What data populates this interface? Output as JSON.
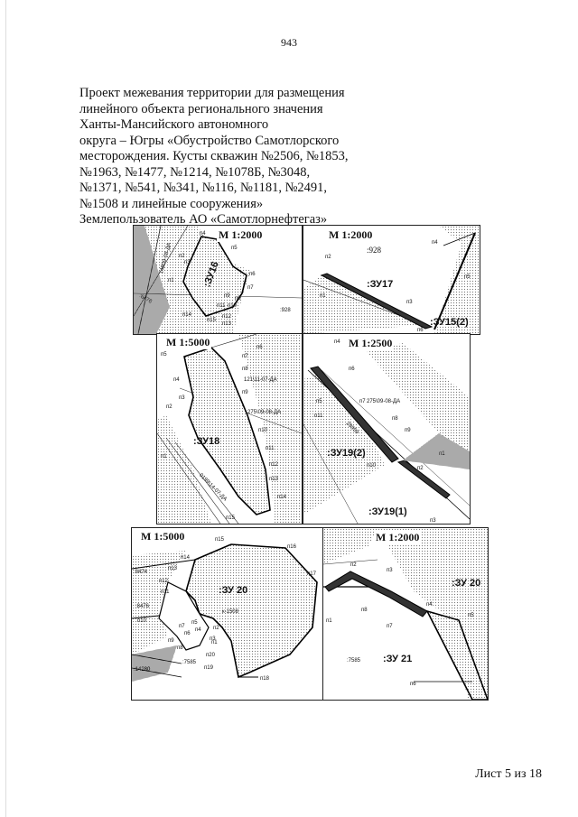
{
  "page_number": "943",
  "title_lines": [
    "Проект межевания территории для размещения",
    "линейного объекта регионального значения",
    "Ханты-Мансийского автономного",
    "округа – Югры «Обустройство Самотлорского",
    "месторождения. Кусты скважин №2506, №1853,",
    "№1963, №1477, №1214, №1078Б, №3048,",
    "№1371, №541, №341, №116, №1181, №2491,",
    "№1508 и линейные сооружения»",
    "Землепользователь АО «Самотлорнефтегаз»"
  ],
  "maps": [
    {
      "scale": "М 1:2000",
      "labels": {
        "parcel": ":ЗУ16",
        "cad_a": "14809-08-ДА",
        "cad_b": ":6476",
        "cad_c": ":928",
        "p": [
          "п1",
          "п2",
          "п3",
          "п4",
          "п5",
          "п6",
          "п7",
          "п8",
          "п9",
          "п10",
          "п11",
          "п12",
          "п13",
          "п14",
          "п15"
        ]
      }
    },
    {
      "scale": "М 1:2000",
      "labels": {
        "parcel": ":ЗУ17",
        "parcel2": ":ЗУ15(2)",
        "cad_a": ":928",
        "p": [
          "п1",
          "п2",
          "п3",
          "п4",
          "п5",
          "п6"
        ]
      }
    },
    {
      "scale": "М 1:5000",
      "labels": {
        "parcel": ":ЗУ18",
        "cad_a": "121\\11-07-ДА",
        "cad_b": "275\\09-08-ДА",
        "cad_c": "0199\\14-07-ДА",
        "p": [
          "п1",
          "п2",
          "п3",
          "п4",
          "п5",
          "п6",
          "п7",
          "п8",
          "п9",
          "п10",
          "п11",
          "п12",
          "п13",
          "п14",
          "п15"
        ]
      }
    },
    {
      "scale": "М 1:2500",
      "labels": {
        "parcel": ":ЗУ19(2)",
        "parcel2": ":ЗУ19(1)",
        "cad_a": "275\\09-08-ДА",
        "cad_b": "29959",
        "p": [
          "п1",
          "п2",
          "п3",
          "п4",
          "п5",
          "п6",
          "п7",
          "п8",
          "п9",
          "п10",
          "п11"
        ]
      }
    },
    {
      "scale": "М 1:5000",
      "labels": {
        "parcel": ":ЗУ 20",
        "cad_a": ":8474",
        "cad_b": ":8476",
        "cad_c": "к-1508",
        "cad_d": ":14280",
        "cad_e": ":7585",
        "p": [
          "п1",
          "п2",
          "п3",
          "п4",
          "п5",
          "п6",
          "п7",
          "п8",
          "п9",
          "п10",
          "п11",
          "п12",
          "п13",
          "п14",
          "п15",
          "п16",
          "п17",
          "п18",
          "п19",
          "п20"
        ]
      }
    },
    {
      "scale": "М 1:2000",
      "labels": {
        "parcel": ":ЗУ 20",
        "parcel2": ":ЗУ 21",
        "cad_a": ":7585",
        "p": [
          "п1",
          "п2",
          "п3",
          "п4",
          "п5",
          "п6",
          "п7",
          "п8"
        ]
      }
    }
  ],
  "footer": "Лист 5 из 18"
}
